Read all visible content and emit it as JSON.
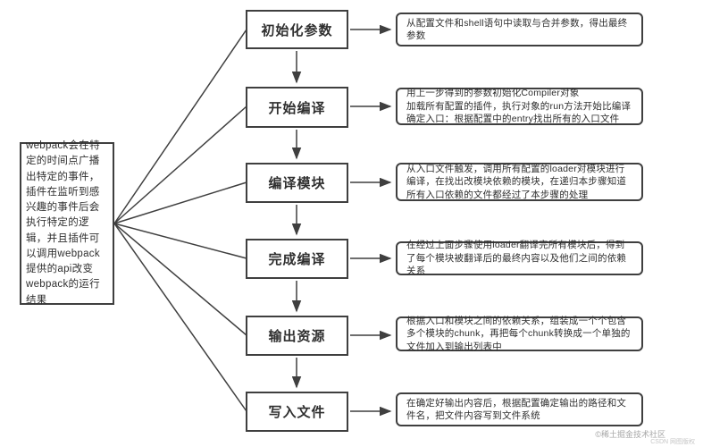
{
  "diagram": {
    "left_note": "webpack会在特定的时间点广播出特定的事件，插件在监听到感兴趣的事件后会执行特定的逻辑，并且插件可以调用webpack提供的api改变webpack的运行结果",
    "steps": [
      {
        "label": "初始化参数",
        "description": "从配置文件和shell语句中读取与合并参数，得出最终参数"
      },
      {
        "label": "开始编译",
        "description": "用上一步得到的参数初始化Compiler对象\n加载所有配置的插件，执行对象的run方法开始比编译\n确定入口：根据配置中的entry找出所有的入口文件"
      },
      {
        "label": "编译模块",
        "description": "从入口文件触发，调用所有配置的loader对模块进行编译，在找出改模块依赖的模块，在递归本步骤知道所有入口依赖的文件都经过了本步骤的处理"
      },
      {
        "label": "完成编译",
        "description": "在经过上面步骤使用loader翻译完所有模块后，得到了每个模块被翻译后的最终内容以及他们之间的依赖关系"
      },
      {
        "label": "输出资源",
        "description": "根据入口和模块之间的依赖关系，组装成一个个包含多个模块的chunk，再把每个chunk转换成一个单独的文件加入到输出列表中"
      },
      {
        "label": "写入文件",
        "description": "在确定好输出内容后，根据配置确定输出的路径和文件名，把文件内容写到文件系统"
      }
    ],
    "watermark_line1": "©稀土掘金技术社区",
    "watermark_line2": "CSDN 网图版权",
    "colors": {
      "stroke": "#3f3f3f",
      "text": "#2f2f2f",
      "background": "#ffffff"
    }
  }
}
